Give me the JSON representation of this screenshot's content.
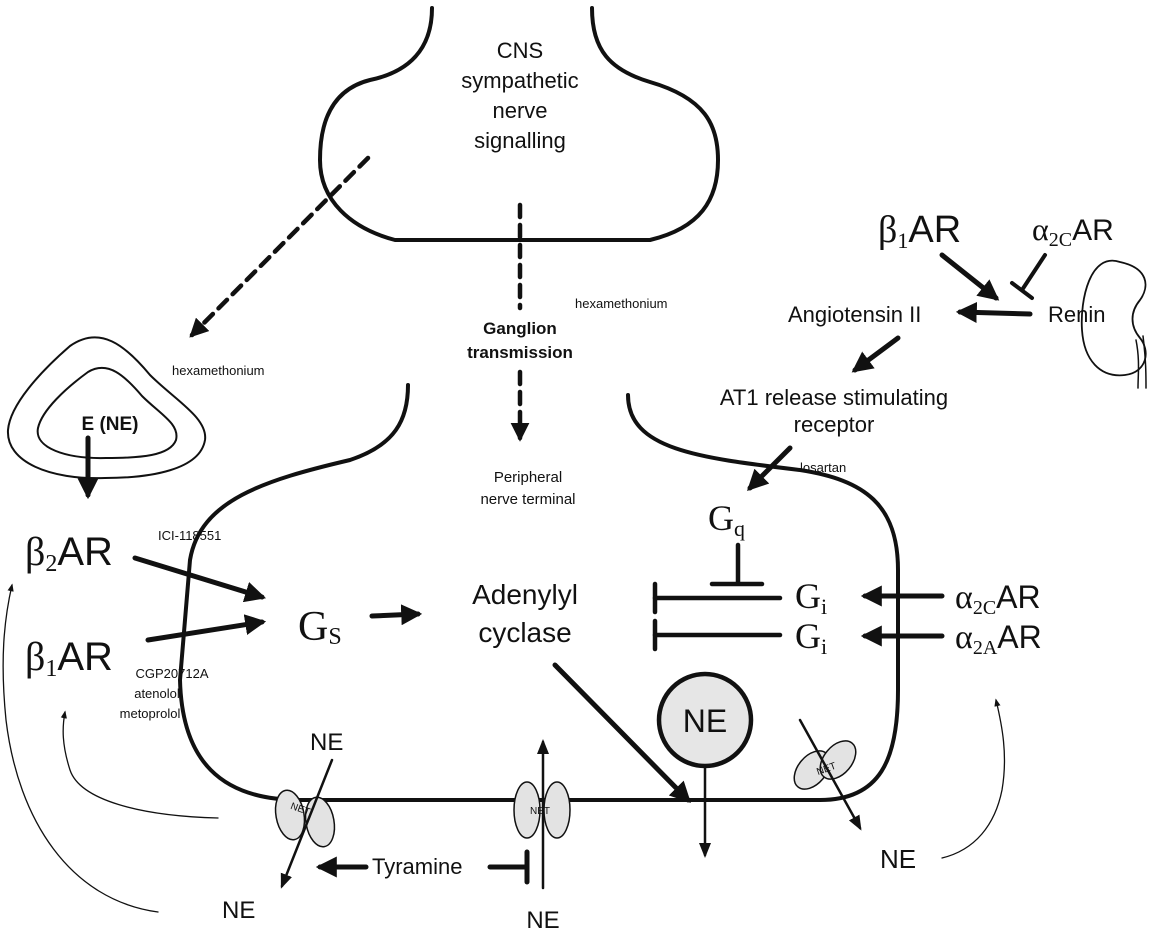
{
  "cns": {
    "line1": "CNS",
    "line2": "sympathetic",
    "line3": "nerve",
    "line4": "signalling"
  },
  "ganglion": {
    "line1": "Ganglion",
    "line2": "transmission"
  },
  "peripheral": {
    "line1": "Peripheral",
    "line2": "nerve terminal"
  },
  "drugs": {
    "hexamethonium": "hexamethonium",
    "losartan": "losartan",
    "ici": "ICI-118551",
    "cgp": "CGP20712A",
    "atenolol": "atenolol",
    "metoprolol": "metoprolol"
  },
  "adrenal": {
    "label": "E (NE)"
  },
  "receptors": {
    "beta_symbol": "β",
    "alpha_symbol": "α",
    "beta1_sub": "1",
    "beta2_sub": "2",
    "alpha2c_sub": "2C",
    "alpha2a_sub": "2A",
    "ar": "AR"
  },
  "gproteins": {
    "g": "G",
    "s": "S",
    "q": "q",
    "i": "i"
  },
  "enzyme": {
    "line1": "Adenylyl",
    "line2": "cyclase"
  },
  "raas": {
    "angiotensin": "Angiotensin II",
    "renin": "Renin",
    "at1_line1": "AT1 release stimulating",
    "at1_line2": "receptor"
  },
  "ne": {
    "label": "NE",
    "net": "NET",
    "tyramine": "Tyramine"
  }
}
